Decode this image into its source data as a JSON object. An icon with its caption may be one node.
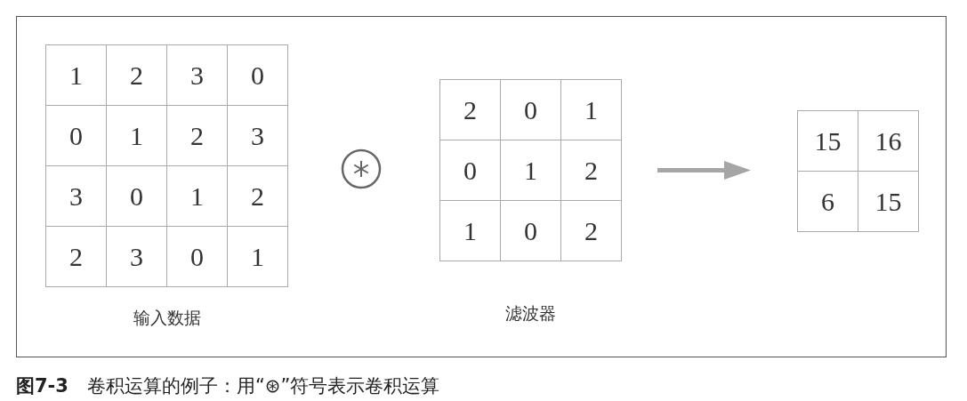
{
  "diagram": {
    "caption": "**图7-3**　卷积运算的例子：用“⊛”符号表示卷积运算",
    "nodes": [
      {
        "text": [
          "1",
          "2",
          "3",
          "0",
          "0",
          "1",
          "2",
          "3",
          "3",
          "0",
          "1",
          "2",
          "2",
          "3",
          "0",
          "1"
        ],
        "beside": [
          "输入数据"
        ]
      },
      {
        "text": [
          "2",
          "0",
          "1",
          "0",
          "1",
          "2",
          "1",
          "0",
          "2"
        ],
        "beside": [
          "滤波器"
        ]
      },
      {
        "text": [
          "15",
          "16",
          "6",
          "15"
        ]
      }
    ],
    "edges": [
      {
        "from": 1,
        "to": 2,
        "arrow": "to"
      }
    ]
  }
}
